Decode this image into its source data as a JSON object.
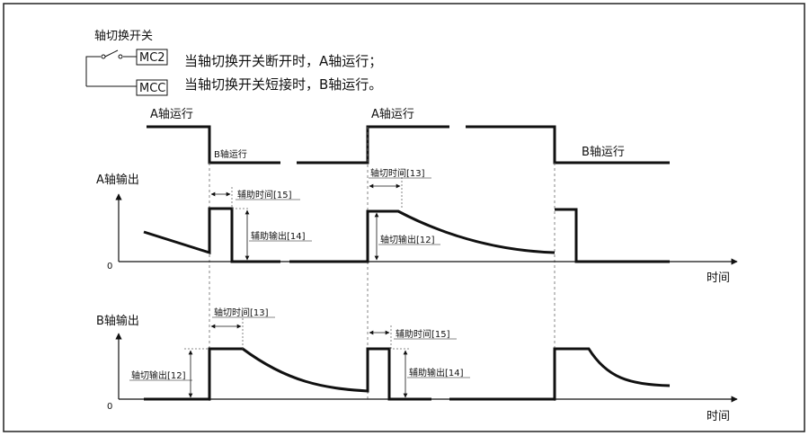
{
  "switch_box": {
    "title": "轴切换开关",
    "mc2": "MC2",
    "mcc": "MCC",
    "note_open": "当轴切换开关断开时，A轴运行；",
    "note_short": "当轴切换开关短接时，B轴运行。"
  },
  "mode_row": {
    "a_run_1": "A轴运行",
    "b_run_1": "B轴运行",
    "a_run_2": "A轴运行",
    "b_run_2": "B轴运行"
  },
  "a_output": {
    "ylabel": "A轴输出",
    "zero": "0",
    "xlabel": "时间",
    "assist_time": "辅助时间[15]",
    "assist_output": "辅助输出[14]",
    "switch_time": "轴切时间[13]",
    "switch_output": "轴切输出[12]"
  },
  "b_output": {
    "ylabel": "B轴输出",
    "zero": "0",
    "xlabel": "时间",
    "switch_time": "轴切时间[13]",
    "switch_output": "轴切输出[12]",
    "assist_time": "辅助时间[15]",
    "assist_output": "辅助输出[14]"
  },
  "colors": {
    "line": "#111111",
    "border": "#222222"
  }
}
